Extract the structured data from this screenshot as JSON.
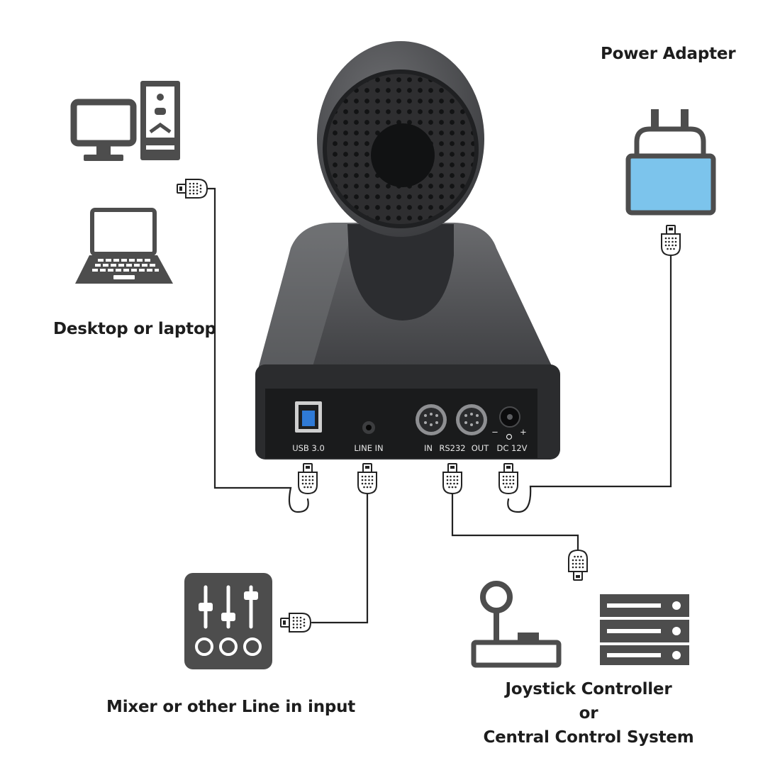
{
  "colors": {
    "icon_gray": "#4d4d4d",
    "camera_dark": "#2e2f31",
    "camera_body": "#5a5b5d",
    "adapter_blue": "#7cc4ec",
    "usb_port_blue": "#2f7ad6",
    "cable": "#222222"
  },
  "labels": {
    "power_adapter": "Power Adapter",
    "desktop_or_laptop": "Desktop or laptop",
    "mixer": "Mixer or other Line in input",
    "control_line1": "Joystick Controller",
    "control_line2": "or",
    "control_line3": "Central Control System"
  },
  "ports": {
    "usb": "USB 3.0",
    "line_in": "LINE IN",
    "rs232_in": "IN",
    "rs232": "RS232",
    "rs232_out": "OUT",
    "dc": "DC 12V",
    "dc_minus": "−",
    "dc_plus": "+"
  },
  "icons": [
    "desktop-computer-icon",
    "laptop-icon",
    "power-adapter-icon",
    "audio-mixer-icon",
    "joystick-icon",
    "server-rack-icon",
    "usb-plug-icon"
  ]
}
